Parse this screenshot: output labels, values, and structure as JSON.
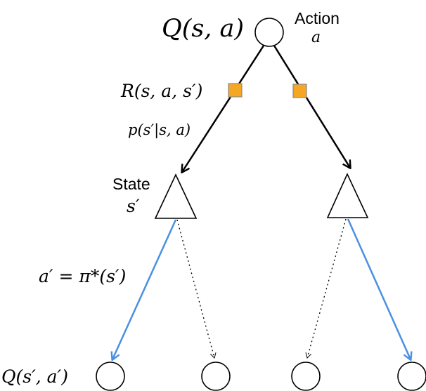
{
  "labels": {
    "q_root": "Q(s, a)",
    "action_word": "Action",
    "action_var": "a",
    "reward": "R(s, a, s′)",
    "transition": "p(s′|s, a)",
    "state_word": "State",
    "state_var": "s′",
    "policy": "a′ = π*(s′)",
    "q_leaf": "Q(s′, a′)"
  },
  "colors": {
    "reward_square": "#F5A623",
    "policy_edge": "#4A90E2",
    "stroke": "#000000"
  }
}
